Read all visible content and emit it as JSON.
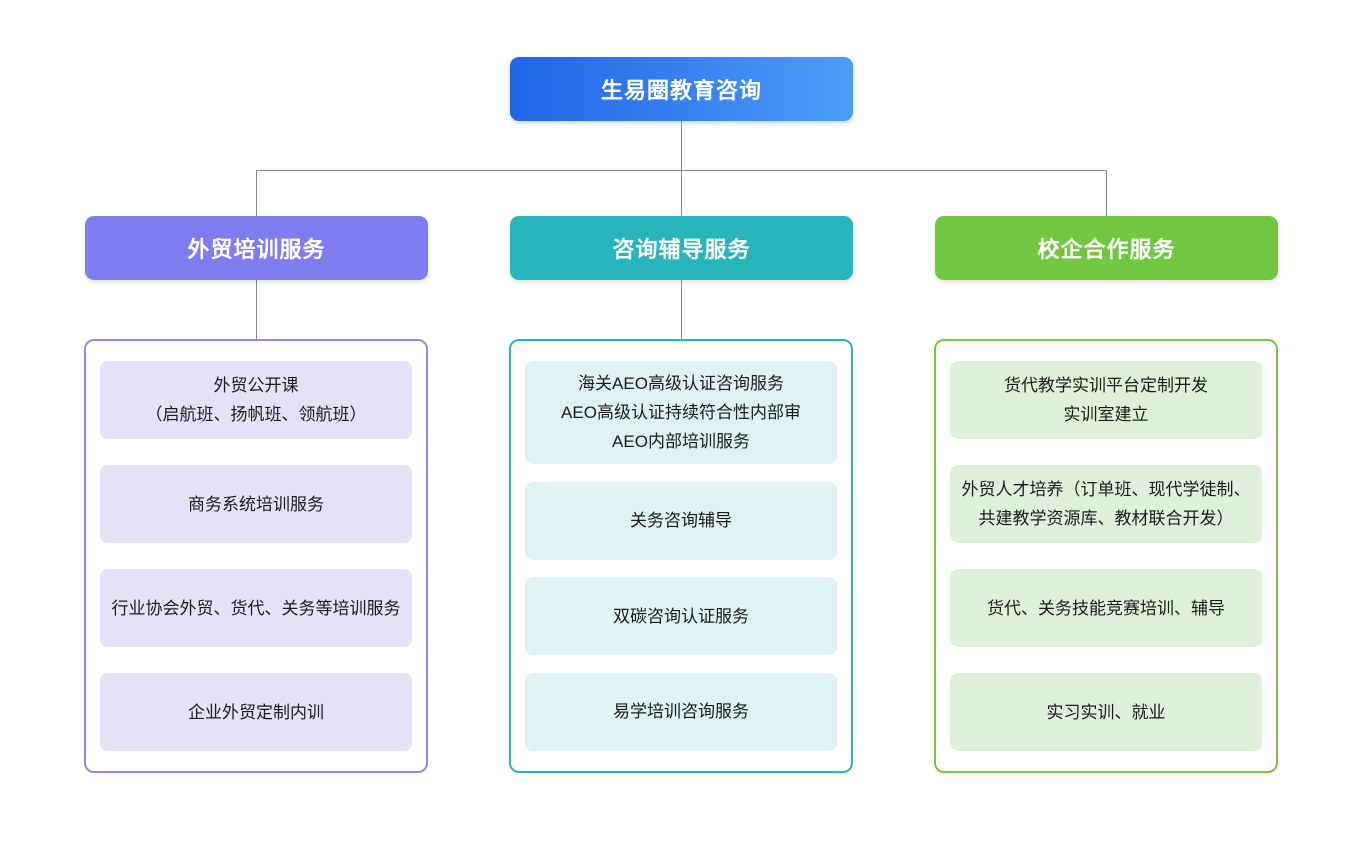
{
  "page": {
    "background": "#ffffff",
    "connector_color": "#848b96"
  },
  "root": {
    "label": "生易圈教育咨询",
    "gradient_from": "#2264e7",
    "gradient_to": "#4c9df9",
    "text_color": "#ffffff"
  },
  "branches": [
    {
      "label": "外贸培训服务",
      "accent": "#7e7cee",
      "panel_border": "#8b8bf2",
      "item_fill": "#e4e2f6",
      "has_stem_to_panel": true,
      "items": [
        "外贸公开课\n（启航班、扬帆班、领航班）",
        "商务系统培训服务",
        "行业协会外贸、货代、关务等培训服务",
        "企业外贸定制内训"
      ]
    },
    {
      "label": "咨询辅导服务",
      "accent": "#27b5bc",
      "panel_border": "#2ab5bc",
      "item_fill": "#def1f3",
      "has_stem_to_panel": true,
      "items": [
        "海关AEO高级认证咨询服务\nAEO高级认证持续符合性内部审\nAEO内部培训服务",
        "关务咨询辅导",
        "双碳咨询认证服务",
        "易学培训咨询服务"
      ]
    },
    {
      "label": "校企合作服务",
      "accent": "#71c840",
      "panel_border": "#72c840",
      "item_fill": "#dff1da",
      "has_stem_to_panel": false,
      "items": [
        "货代教学实训平台定制开发\n实训室建立",
        "外贸人才培养（订单班、现代学徒制、共建教学资源库、教材联合开发）",
        "货代、关务技能竞赛培训、辅导",
        "实习实训、就业"
      ]
    }
  ]
}
